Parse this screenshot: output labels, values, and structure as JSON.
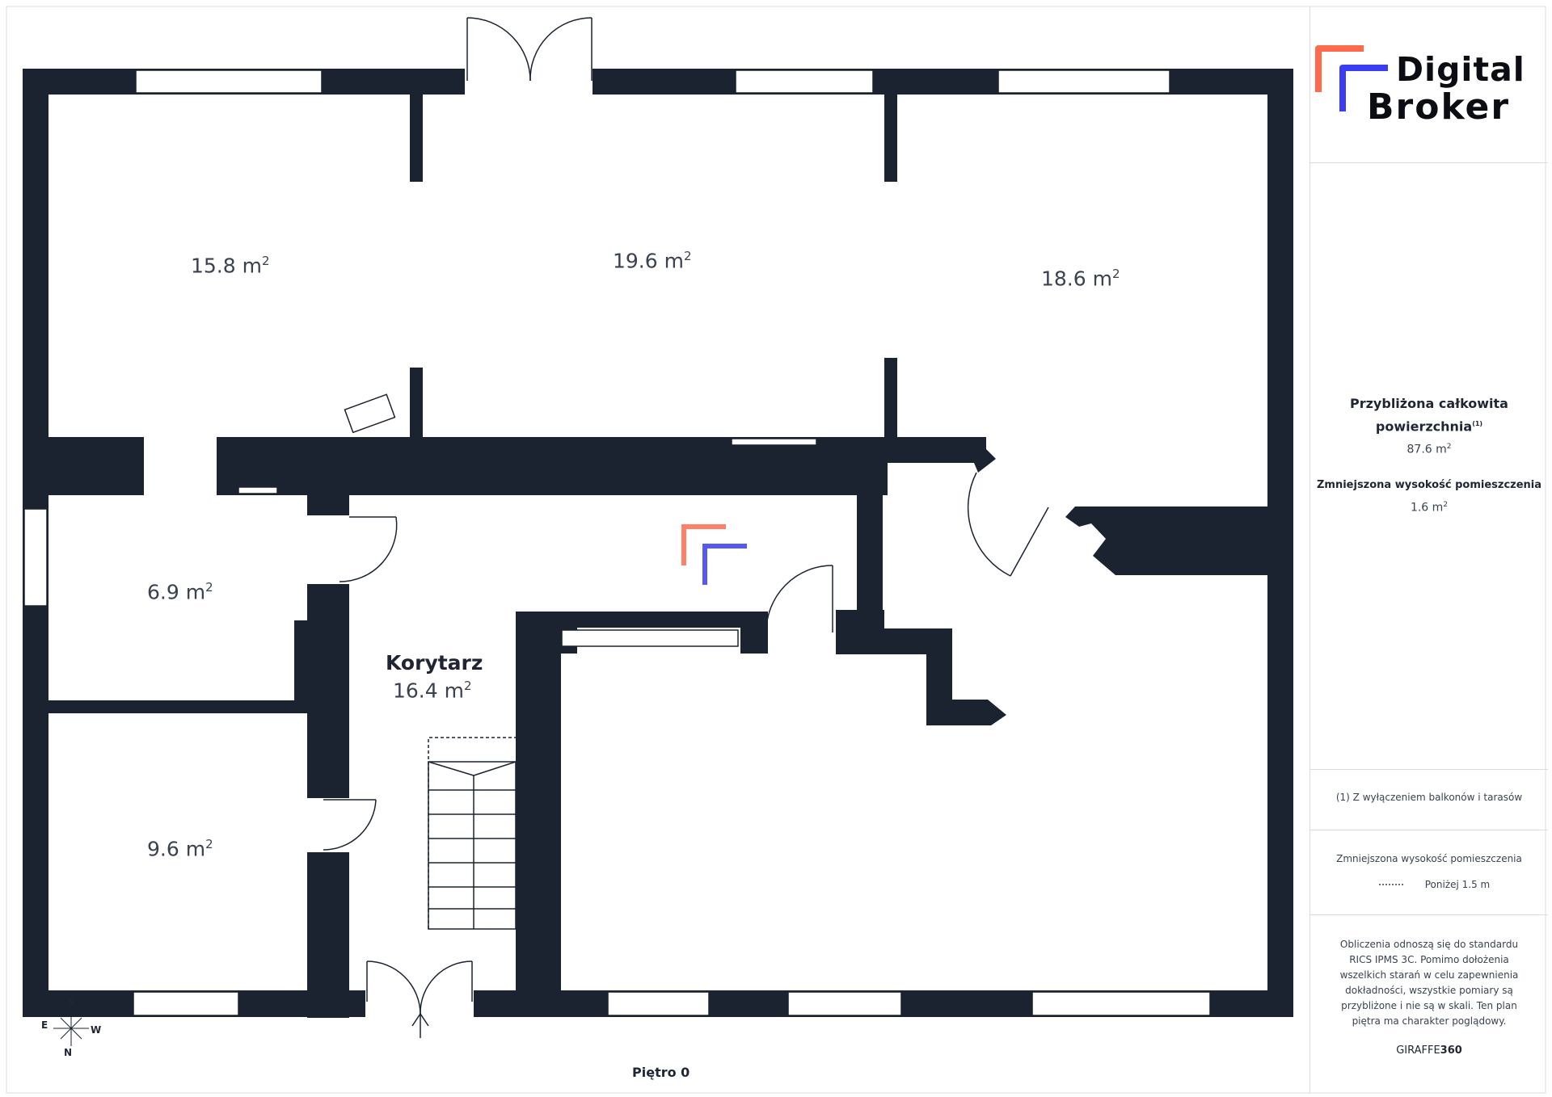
{
  "brand": {
    "line1": "Digital",
    "line2": "Broker",
    "accent_orange": "#ff6a4d",
    "accent_blue": "#3a3df2",
    "icon": "digital-broker-logo-icon"
  },
  "floor_name": "Piętro 0",
  "rooms": [
    {
      "id": "room-top-left",
      "area": "15.8 m",
      "name": ""
    },
    {
      "id": "room-top-middle",
      "area": "19.6 m",
      "name": ""
    },
    {
      "id": "room-top-right",
      "area": "18.6 m",
      "name": ""
    },
    {
      "id": "room-left-middle",
      "area": "6.9 m",
      "name": ""
    },
    {
      "id": "room-bottom-left",
      "area": "9.6 m",
      "name": ""
    },
    {
      "id": "room-corridor",
      "area": "16.4 m",
      "name": "Korytarz"
    }
  ],
  "unit_exponent": "2",
  "compass": {
    "n": "N",
    "s": "S",
    "e": "E",
    "w": "W",
    "icon": "compass-icon"
  },
  "panel": {
    "total_title_line1": "Przybliżona całkowita",
    "total_title_line2": "powierzchnia",
    "total_title_footnote": "(1)",
    "total_value": "87.6 m",
    "reduced_title": "Zmniejszona wysokość pomieszczenia",
    "reduced_value": "1.6 m",
    "footnote": "(1) Z wyłączeniem balkonów i tarasów",
    "legend_title": "Zmniejszona wysokość pomieszczenia",
    "legend_item": "Poniżej 1.5 m",
    "disclaimer_lines": [
      "Obliczenia odnoszą się do standardu",
      "RICS IPMS 3C. Pomimo dołożenia",
      "wszelkich starań w celu zapewnienia",
      "dokładności, wszystkie pomiary są",
      "przybliżone i nie są w skali. Ten plan",
      "piętra ma charakter poglądowy."
    ],
    "credit_prefix": "GIRAFFE",
    "credit_suffix": "360"
  },
  "colors": {
    "wall": "#1b2330",
    "text": "#3a4250",
    "border": "#d8dce2"
  }
}
